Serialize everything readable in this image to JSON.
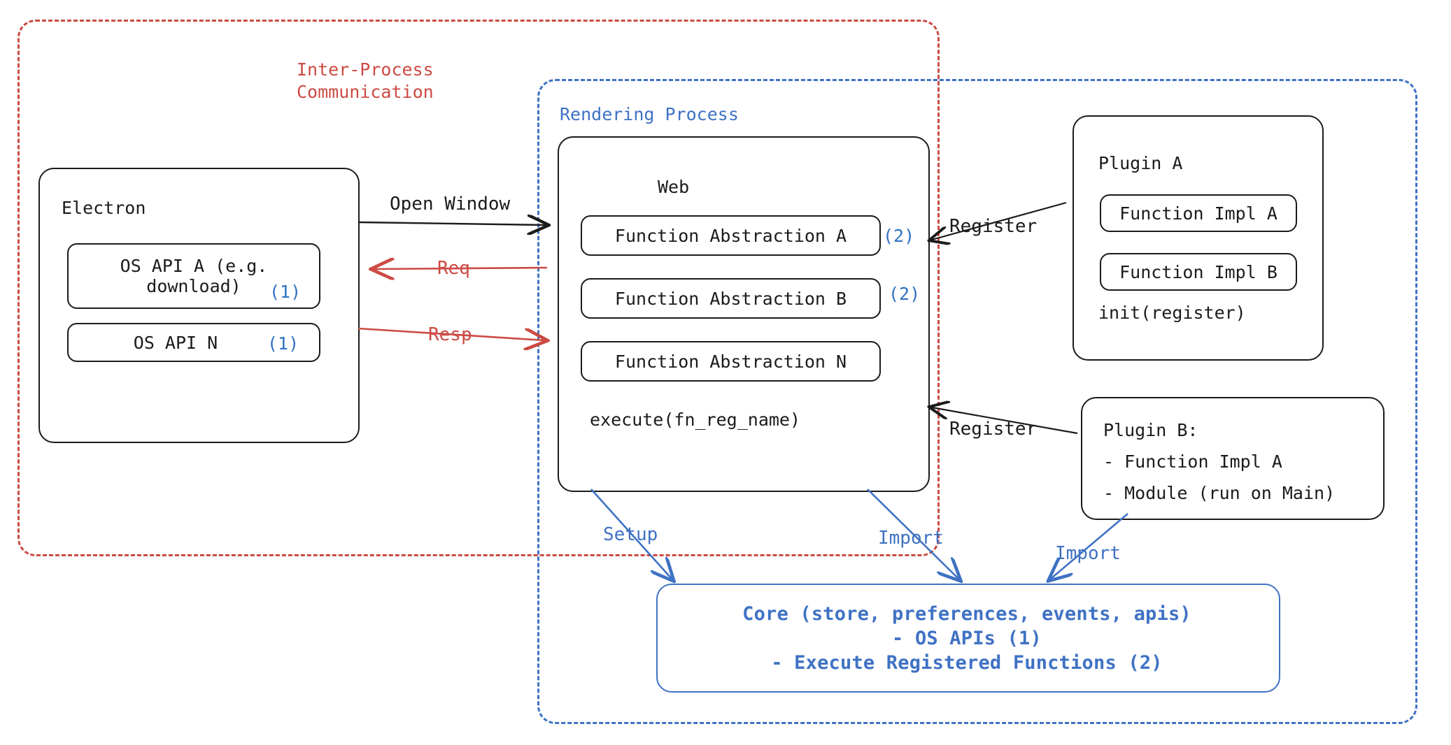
{
  "diagram": {
    "title_semantic": "electron-plugin-architecture",
    "colors": {
      "red": "#cc4b44",
      "blue": "#3f72c4",
      "ink": "#1b1b1b",
      "bg": "#ffffff"
    }
  },
  "groups": {
    "ipc": {
      "label": "Inter-Process\nCommunication",
      "color": "#cc4b44",
      "style": "dashed"
    },
    "rendering": {
      "label": "Rendering Process",
      "color": "#3f72c4",
      "style": "dashed"
    }
  },
  "electron": {
    "title": "Electron",
    "apis": [
      {
        "label": "OS API A (e.g.\ndownload)",
        "tag": "(1)"
      },
      {
        "label": "OS API N",
        "tag": "(1)"
      }
    ]
  },
  "web": {
    "title": "Web",
    "abstractions": [
      {
        "label": "Function Abstraction A",
        "tag": "(2)"
      },
      {
        "label": "Function Abstraction B",
        "tag": "(2)"
      },
      {
        "label": "Function Abstraction N",
        "tag": ""
      }
    ],
    "footer": "execute(fn_reg_name)"
  },
  "plugin_a": {
    "title": "Plugin A",
    "items": [
      "Function Impl A",
      "Function Impl B"
    ],
    "footer": "init(register)"
  },
  "plugin_b": {
    "title": "Plugin B:",
    "lines": [
      "- Function Impl A",
      "- Module (run on Main)"
    ]
  },
  "core": {
    "lines": [
      "Core (store, preferences, events, apis)",
      "- OS APIs (1)",
      "- Execute Registered Functions (2)"
    ]
  },
  "edges": [
    {
      "id": "open-window",
      "label": "Open Window",
      "color": "#1b1b1b"
    },
    {
      "id": "req",
      "label": "Req",
      "color": "#cc4b44"
    },
    {
      "id": "resp",
      "label": "Resp",
      "color": "#cc4b44"
    },
    {
      "id": "register-a",
      "label": "Register",
      "color": "#1b1b1b"
    },
    {
      "id": "register-b",
      "label": "Register",
      "color": "#1b1b1b"
    },
    {
      "id": "setup",
      "label": "Setup",
      "color": "#3f72c4"
    },
    {
      "id": "import-web",
      "label": "Import",
      "color": "#3f72c4"
    },
    {
      "id": "import-plugin",
      "label": "Import",
      "color": "#3f72c4"
    }
  ]
}
